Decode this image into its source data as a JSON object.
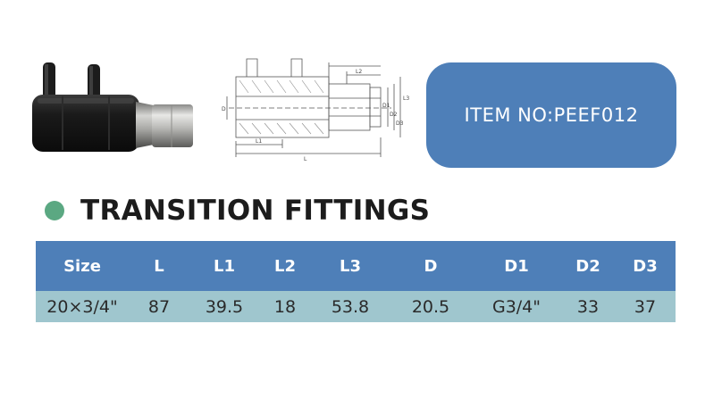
{
  "item_label": "ITEM NO:PEEF012",
  "heading": "TRANSITION FITTINGS",
  "colors": {
    "accent_blue": "#4e7fb8",
    "row_teal": "#9fc6ce",
    "dot_green": "#5ba882"
  },
  "drawing_labels": {
    "L": "L",
    "L1": "L1",
    "L2": "L2",
    "L3": "L3",
    "D": "D",
    "D1": "D1",
    "D2": "D2",
    "D3": "D3"
  },
  "table": {
    "headers": [
      "Size",
      "L",
      "L1",
      "L2",
      "L3",
      "D",
      "D1",
      "D2",
      "D3"
    ],
    "rows": [
      [
        "20×3/4\"",
        "87",
        "39.5",
        "18",
        "53.8",
        "20.5",
        "G3/4\"",
        "33",
        "37"
      ]
    ]
  }
}
